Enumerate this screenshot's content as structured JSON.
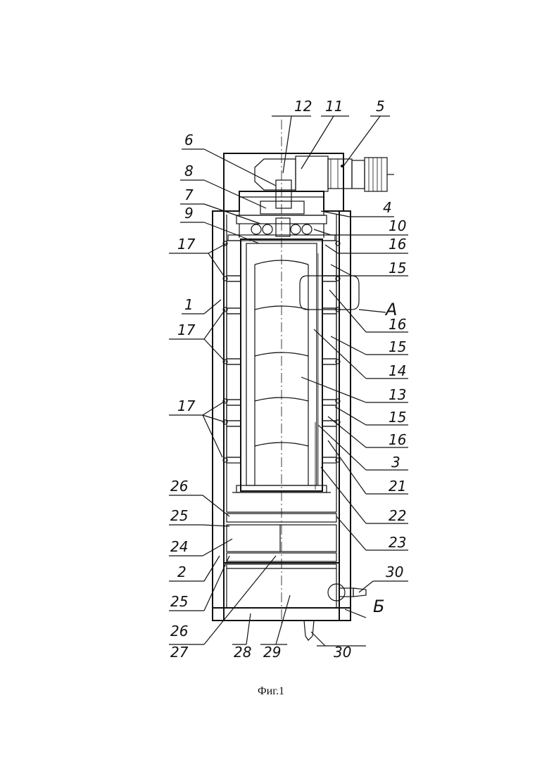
{
  "caption": "Фиг.1",
  "labels": {
    "l12": "12",
    "l11": "11",
    "l5": "5",
    "l6": "6",
    "l8": "8",
    "l7": "7",
    "l9": "9",
    "l4": "4",
    "l10": "10",
    "l16a": "16",
    "l17a": "17",
    "l15a": "15",
    "l1": "1",
    "lA": "A",
    "l16b": "16",
    "l17b": "17",
    "l15b": "15",
    "l14": "14",
    "l13": "13",
    "l17c": "17",
    "l15c": "15",
    "l16c": "16",
    "l3": "3",
    "l21": "21",
    "l22": "22",
    "l26a": "26",
    "l25a": "25",
    "l23": "23",
    "l24": "24",
    "l2": "2",
    "l30a": "30",
    "l25b": "25",
    "l26b": "26",
    "lB": "Б",
    "l27": "27",
    "l28": "28",
    "l29": "29",
    "l30b": "30"
  },
  "colors": {
    "ink": "#111111",
    "paper": "#ffffff"
  }
}
